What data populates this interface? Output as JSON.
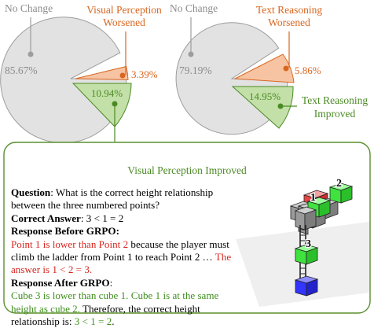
{
  "left_pie": {
    "no_change_label": "No Change",
    "no_change_value": "85.67%",
    "worsened_label_l1": "Visual Perception",
    "worsened_label_l2": "Worsened",
    "worsened_value": "3.39%",
    "improved_value": "10.94%"
  },
  "right_pie": {
    "no_change_label": "No Change",
    "no_change_value": "79.19%",
    "worsened_label_l1": "Text Reasoning",
    "worsened_label_l2": "Worsened",
    "worsened_value": "5.86%",
    "improved_value": "14.95%",
    "improved_label_l1": "Text Reasoning",
    "improved_label_l2": "Improved"
  },
  "example": {
    "title": "Visual Perception Improved",
    "question_label": "Question",
    "question_text": ": What is the correct height relationship between the three numbered points?",
    "correct_label": "Correct Answer",
    "correct_text": ": 3 < 1 = 2",
    "before_label": "Response Before GRPO",
    "before_text_1": "Point 1 is lower than Point 2",
    "before_text_2": " because the player must climb the ladder from Point 1 to reach Point 2 … ",
    "before_text_3": "The answer is 1 < 2 = 3.",
    "after_label": "Response After GRPO",
    "after_text_1": "Cube 3 is lower than cube 1. Cube 1 is at the same height as cube 2.",
    "after_text_2": " Therefore, the correct height relationship is: ",
    "after_text_3": "3 < 1 = 2",
    "after_text_4": ".",
    "point_labels": [
      "1",
      "2",
      "3"
    ]
  },
  "colors": {
    "no_change": "#e2e2e2",
    "worsened": "#f7c4a3",
    "improved": "#c3e0a8",
    "worsened_accent": "#d9661f",
    "improved_accent": "#4b8a24",
    "response_before": "#d6261f",
    "response_after": "#3f8f1e"
  }
}
